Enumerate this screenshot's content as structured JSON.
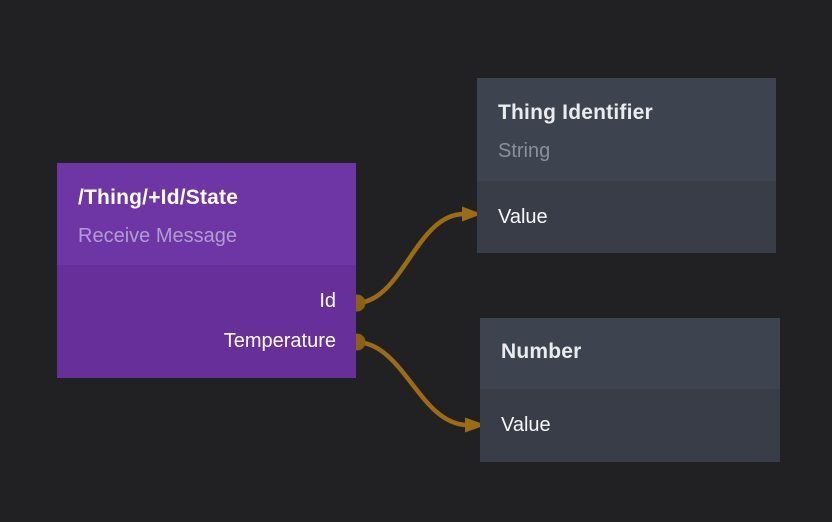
{
  "canvas": {
    "background_color": "#212123",
    "wire_color": "#9b6c13",
    "port_color": "#8a6110"
  },
  "nodes": {
    "receive_message": {
      "title": "/Thing/+Id/State",
      "subtitle": "Receive Message",
      "header_color": "#6d36a4",
      "body_color": "#662f99",
      "outputs": [
        {
          "label": "Id"
        },
        {
          "label": "Temperature"
        }
      ]
    },
    "thing_identifier": {
      "title": "Thing Identifier",
      "subtitle": "String",
      "header_color": "#3e4350",
      "body_color": "#393d48",
      "inputs": [
        {
          "label": "Value"
        }
      ]
    },
    "number": {
      "title": "Number",
      "header_color": "#3e4350",
      "body_color": "#393d48",
      "inputs": [
        {
          "label": "Value"
        }
      ]
    }
  }
}
